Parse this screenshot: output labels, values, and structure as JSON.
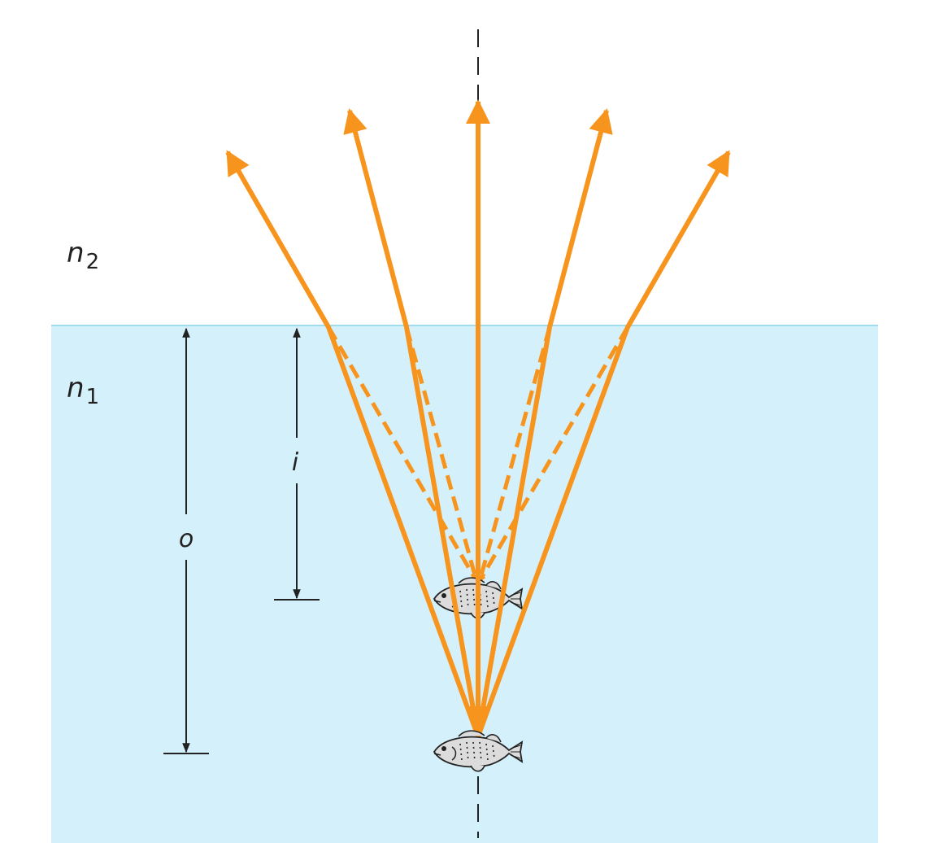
{
  "labels": {
    "upper_medium": "n",
    "upper_medium_sub": "2",
    "lower_medium": "n",
    "lower_medium_sub": "1",
    "object_distance": "o",
    "image_distance": "i"
  },
  "colors": {
    "water": "#d4f0fa",
    "surface": "#9fdcef",
    "ray": "#f7941d",
    "ink": "#222222",
    "fish_body": "#dcdcdc"
  },
  "icons": {
    "real_fish": "fish-icon",
    "apparent_fish": "fish-icon"
  }
}
